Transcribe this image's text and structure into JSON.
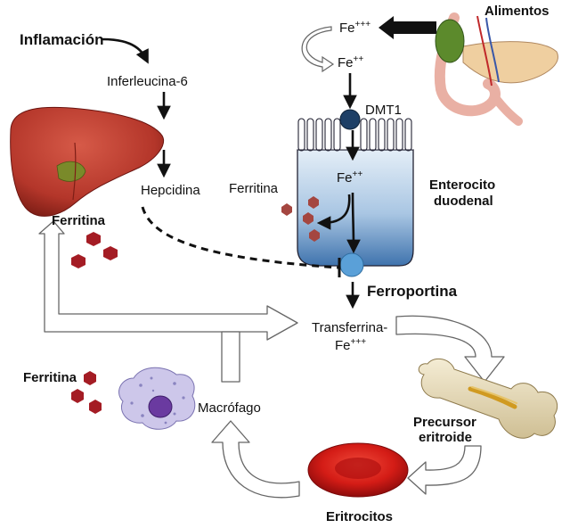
{
  "labels": {
    "inflamacion": "Inflamación",
    "interleucina": "Inferleucina-6",
    "hepcidina": "Hepcidina",
    "ferritina_higado": "Ferritina",
    "ferritina_enterocito": "Ferritina",
    "ferritina_macrofago": "Ferritina",
    "fe3_top": {
      "base": "Fe",
      "charge": "+++"
    },
    "fe2_top": {
      "base": "Fe",
      "charge": "++"
    },
    "fe2_cell": {
      "base": "Fe",
      "charge": "++"
    },
    "dmt1": "DMT1",
    "alimentos": "Alimentos",
    "enterocito": [
      "Enterocito",
      "duodenal"
    ],
    "ferroportina": "Ferroportina",
    "transferrina": [
      "Transferrina-",
      "Fe"
    ],
    "transferrina_charge": "+++",
    "macrofago": "Macrófago",
    "precursor": [
      "Precursor",
      "eritroide"
    ],
    "eritrocitos": "Eritrocitos"
  },
  "colors": {
    "arrow": "#111111",
    "hollow_arrow_fill": "#ffffff",
    "hollow_arrow_stroke": "#666666",
    "liver": "#b4362a",
    "ferritin": "#a41c24",
    "enterocyte_top": "#dde9f4",
    "enterocyte_bottom": "#4a7fb8",
    "dmt1": "#1d3f66",
    "ferroportin": "#5aa0d8",
    "erythrocyte": "#d01818",
    "macrophage": "#c8c2e6",
    "macrophage_nucleus": "#6a3aa0",
    "bone": "#e8dcb8"
  },
  "icons": [
    "liver-icon",
    "ferritin-icon",
    "intestine-icon",
    "enterocyte-icon",
    "macrophage-icon",
    "bone-icon",
    "erythrocyte-icon"
  ]
}
